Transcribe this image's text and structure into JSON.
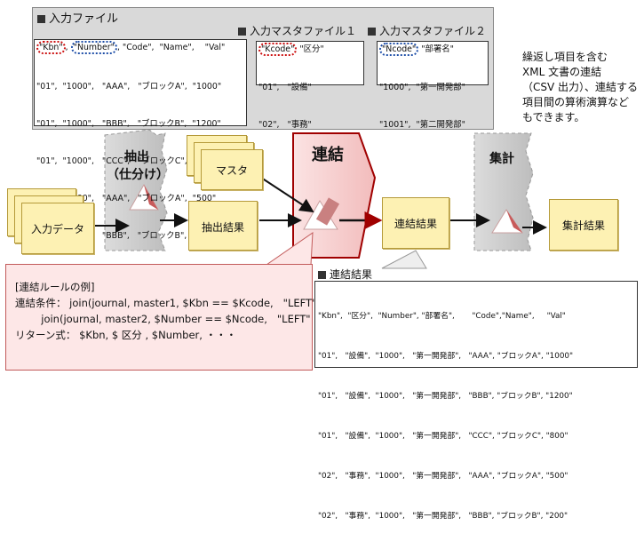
{
  "input_panel": {
    "title": "入力ファイル",
    "header_kbn": "\"Kbn\"",
    "header_number": "\"Number\"",
    "header_rest": ", \"Code\",  \"Name\",    \"Val\"",
    "rows": [
      "\"01\",  \"1000\",   \"AAA\",   \"ブロックA\",  \"1000\"",
      "\"01\",  \"1000\",   \"BBB\",   \"ブロックB\",  \"1200\"",
      "\"01\",  \"1000\",   \"CCC\",   \"ブロックC\",  \"800\"",
      "\"02\",  \"1000\",   \"AAA\",   \"ブロックA\",  \"500\"",
      "\"02\",  \"1000\",   \"BBB\",   \"ブロックB\",  \"200\""
    ]
  },
  "master1": {
    "title": "入力マスタファイル１",
    "header_kcode": "\"Kcode\"",
    "header_rest": " \"区分\"",
    "rows": [
      "\"01\",   \"設備\"",
      "\"02\",   \"事務\""
    ]
  },
  "master2": {
    "title": "入力マスタファイル２",
    "header_ncode": "\"Ncode\"",
    "header_rest": " \"部署名\"",
    "rows": [
      "\"1000\",  \"第一開発部\"",
      "\"1001\",  \"第二開発部\""
    ]
  },
  "side_note": {
    "lines": [
      "繰返し項目を含む",
      "XML 文書の連結",
      "（CSV 出力）、連結する",
      "項目間の算術演算など",
      "もできます。"
    ]
  },
  "stages": {
    "extract": "抽出\n（仕分け）",
    "join": "連結",
    "aggregate": "集計"
  },
  "docs": {
    "input_data": "入力データ",
    "master": "マスタ",
    "extract_result": "抽出結果",
    "join_result": "連結結果",
    "aggregate_result": "集計結果"
  },
  "rule": {
    "title": "[連結ルールの例]",
    "line1": "連結条件： join(journal, master1, $Kbn == $Kcode,   \"LEFT\" ),",
    "line2": "        join(journal, master2, $Number == $Ncode,   \"LEFT\" )",
    "line3": "リターン式： $Kbn, $ 区分 , $Number, ・・・"
  },
  "result": {
    "title": "連結結果",
    "rows": [
      "\"Kbn\",  \"区分\",  \"Number\", \"部署名\",       \"Code\",\"Name\",     \"Val\"",
      "\"01\",   \"設備\",  \"1000\",   \"第一開発部\",   \"AAA\", \"ブロックA\", \"1000\"",
      "\"01\",   \"設備\",  \"1000\",   \"第一開発部\",   \"BBB\", \"ブロックB\", \"1200\"",
      "\"01\",   \"設備\",  \"1000\",   \"第一開発部\",   \"CCC\", \"ブロックC\", \"800\"",
      "\"02\",   \"事務\",  \"1000\",   \"第一開発部\",   \"AAA\", \"ブロックA\", \"500\"",
      "\"02\",   \"事務\",  \"1000\",   \"第一開発部\",   \"BBB\", \"ブロックB\", \"200\""
    ]
  },
  "colors": {
    "highlight_red": "#cc1111",
    "highlight_blue": "#1f4fa8",
    "arrow_red": "#a00000",
    "join_fill": "#f7d6d6"
  }
}
